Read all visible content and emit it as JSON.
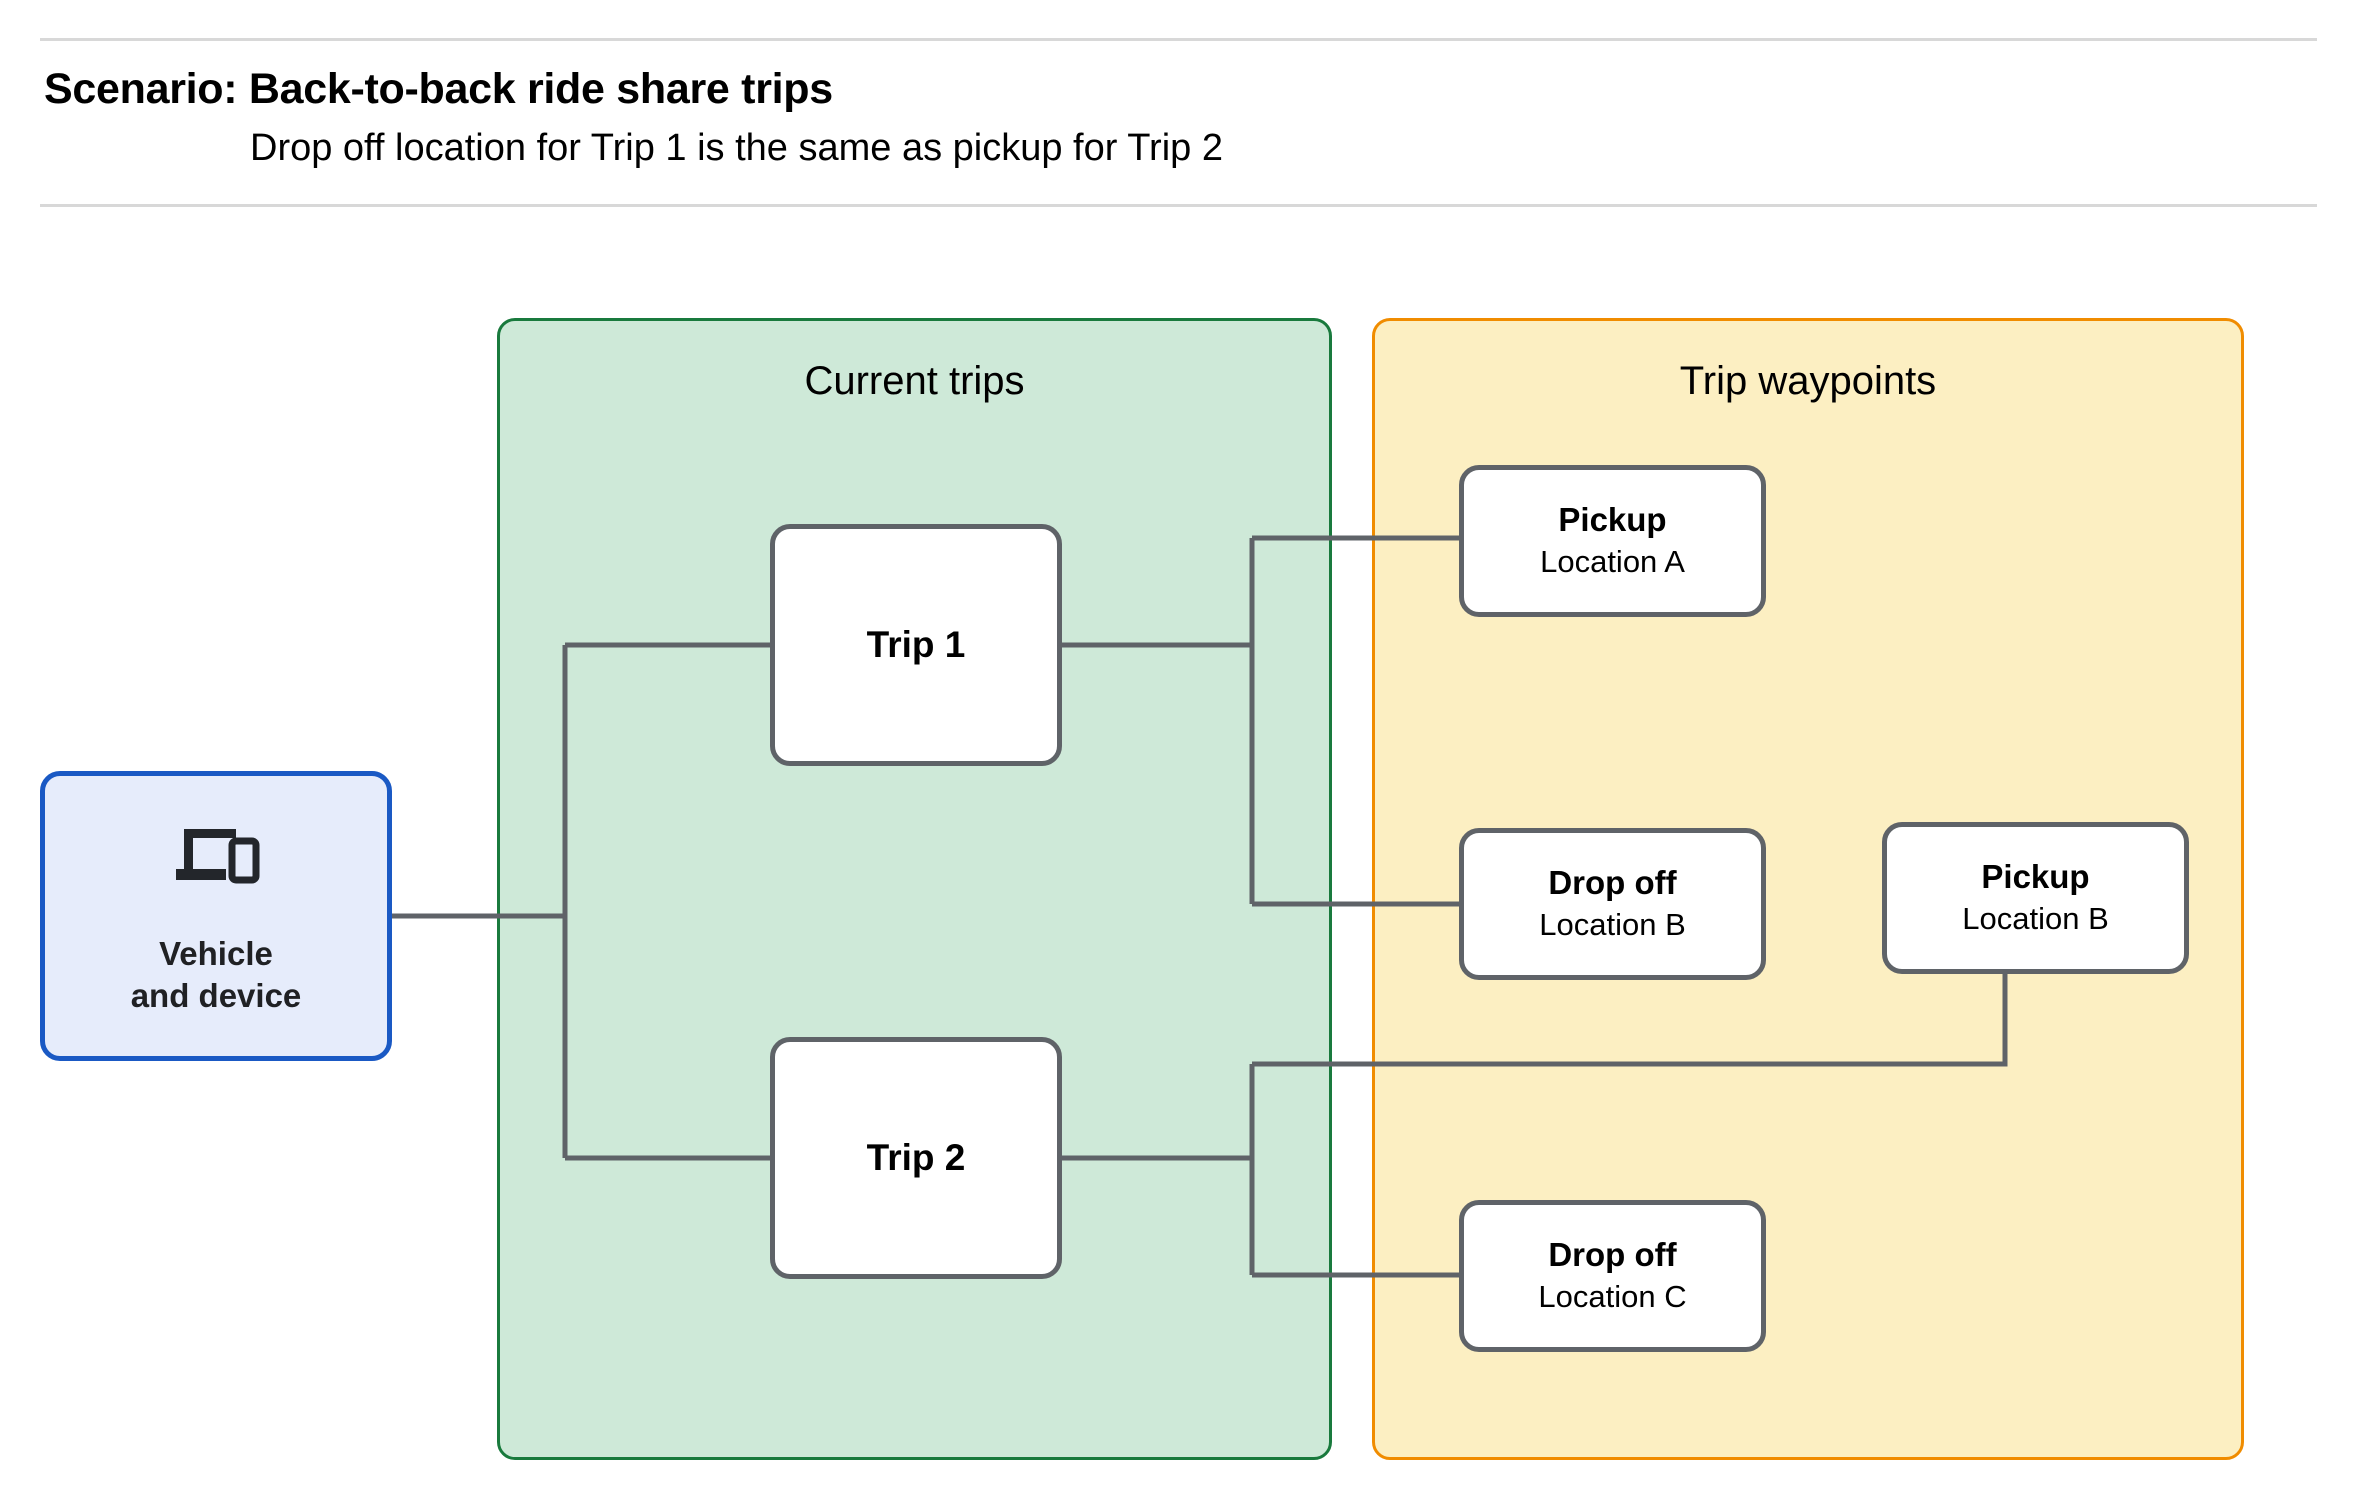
{
  "header": {
    "title": "Scenario: Back-to-back ride share trips",
    "subtitle": "Drop off  location for Trip 1 is the same as pickup for Trip 2"
  },
  "panels": {
    "current_trips": {
      "title": "Current trips",
      "border_color": "#197a3d",
      "fill_color": "#cee9d8"
    },
    "trip_waypoints": {
      "title": "Trip waypoints",
      "border_color": "#f08c00",
      "fill_color": "#fcefc2"
    }
  },
  "vehicle": {
    "label": "Vehicle\nand device",
    "icon": "laptop-and-phone-icon",
    "border_color": "#1a59c4",
    "fill_color": "#e6ecfb"
  },
  "trips": [
    {
      "label": "Trip 1"
    },
    {
      "label": "Trip 2"
    }
  ],
  "waypoints": [
    {
      "type": "Pickup",
      "location": "Location A"
    },
    {
      "type": "Drop off",
      "location": "Location B"
    },
    {
      "type": "Pickup",
      "location": "Location B"
    },
    {
      "type": "Drop off",
      "location": "Location C"
    }
  ],
  "connector_color": "#5f6368"
}
